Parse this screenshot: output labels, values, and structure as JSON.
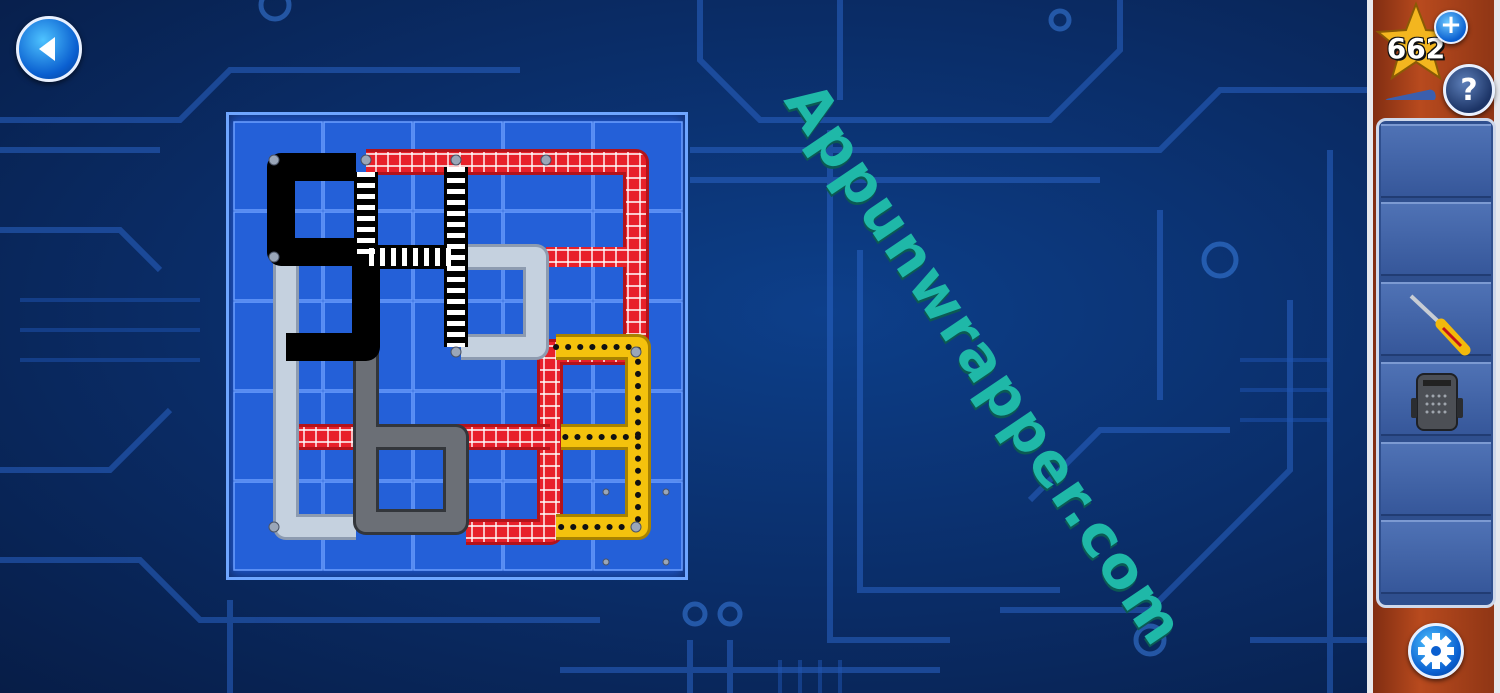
{
  "game": {
    "coins": "662",
    "add_coins_symbol": "+",
    "help_symbol": "?",
    "watermark": "Appunwrapper.com"
  },
  "toolbar": {
    "back_icon": "back-arrow-icon",
    "settings_icon": "gear-icon"
  },
  "inventory": {
    "items": [
      {
        "name": "screwdriver",
        "icon": "screwdriver-icon"
      },
      {
        "name": "circuit-device",
        "icon": "device-icon"
      }
    ]
  },
  "puzzle": {
    "grid_size": 5,
    "pipe_colors": {
      "black": "#111111",
      "red": "#e8202a",
      "yellow": "#f4c20d",
      "light_gray": "#b9c6d6",
      "dark_gray": "#5b5f66"
    }
  }
}
